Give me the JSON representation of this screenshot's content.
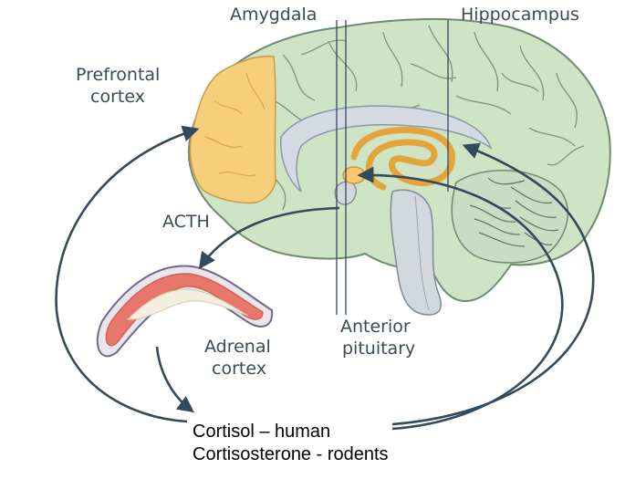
{
  "labels": {
    "amygdala": "Amygdala",
    "hippocampus": "Hippocampus",
    "prefrontal_line1": "Prefrontal",
    "prefrontal_line2": "cortex",
    "acth": "ACTH",
    "anterior_line1": "Anterior",
    "anterior_line2": "pituitary",
    "adrenal_line1": "Adrenal",
    "adrenal_line2": "cortex",
    "cortisol_human": "Cortisol – human",
    "cortisosterone_rodents": "Cortisosterone - rodents"
  },
  "colors": {
    "brain_fill": "#cfe3c5",
    "brain_outline": "#6f8a73",
    "prefrontal": "#f7cf7a",
    "hippocampus": "#e3a43a",
    "ventricle": "#d5dbe2",
    "cerebellum": "#c9dcc4",
    "brainstem": "#d3d8de",
    "adrenal_outer": "#ebe4ea",
    "adrenal_cortex": "#e8766a",
    "adrenal_medulla": "#f3eee0",
    "arrow": "#34495a"
  }
}
